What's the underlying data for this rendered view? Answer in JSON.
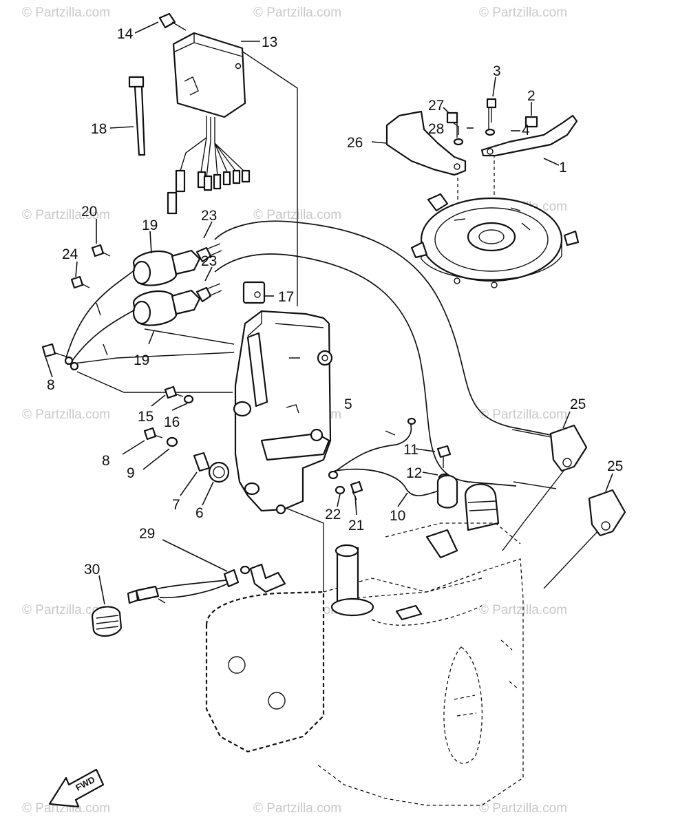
{
  "watermark": "© Partzilla.com",
  "fwd_label": "FWD",
  "callouts": {
    "c1": "1",
    "c2": "2",
    "c3": "3",
    "c4": "4",
    "c5": "5",
    "c6": "6",
    "c7": "7",
    "c8a": "8",
    "c8b": "8",
    "c9": "9",
    "c10": "10",
    "c11": "11",
    "c12": "12",
    "c13": "13",
    "c14": "14",
    "c15": "15",
    "c16": "16",
    "c17": "17",
    "c18": "18",
    "c19a": "19",
    "c19b": "19",
    "c20": "20",
    "c21": "21",
    "c22": "22",
    "c23a": "23",
    "c23b": "23",
    "c24": "24",
    "c25a": "25",
    "c25b": "25",
    "c26": "26",
    "c27": "27",
    "c28": "28",
    "c29": "29",
    "c30": "30"
  },
  "icons": {
    "fwd_arrow": "arrow-left-down-icon"
  }
}
